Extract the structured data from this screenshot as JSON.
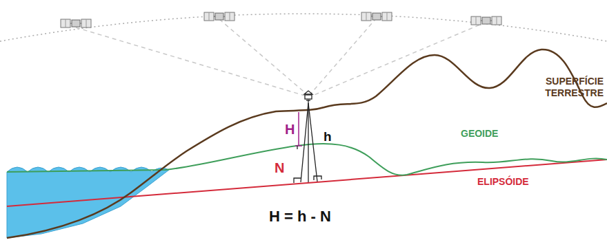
{
  "diagram": {
    "labels": [
      "SUPERFÍCIE TERRESTRE",
      "GEOIDE",
      "ELIPSÓIDE",
      "H",
      "h",
      "N",
      "H = h - N"
    ]
  }
}
